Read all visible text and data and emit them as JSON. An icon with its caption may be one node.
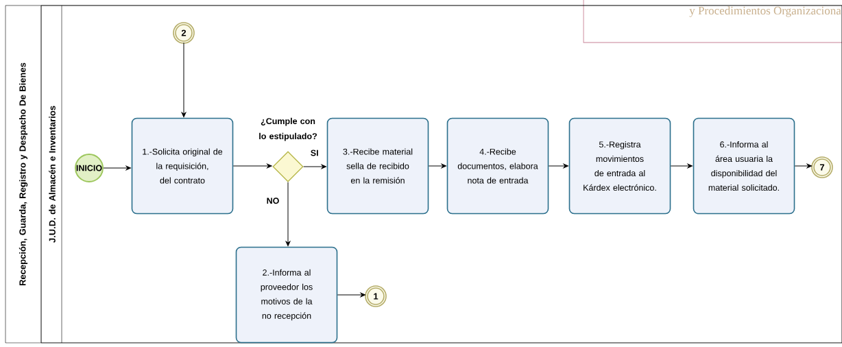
{
  "diagram": {
    "nodes": [
      {
        "text": [
          "Recepción, Guarda, Registro y Despacho De Bienes"
        ]
      },
      {
        "text": [
          "J.U.D. de Almacén e Inventarios"
        ],
        "in": 0
      },
      {
        "text": [
          "2"
        ],
        "in": 1
      },
      {
        "text": [
          "INICIO"
        ],
        "in": 1
      },
      {
        "text": [
          "1.-Solicita original de la requisición, del contrato"
        ],
        "in": 1
      },
      {
        "text": [],
        "shape": "diamond",
        "beside": [
          "¿Cumple con lo estipulado?"
        ],
        "in": 1
      },
      {
        "text": [
          "3.-Recibe material sella de recibido en la remisión"
        ],
        "in": 1
      },
      {
        "text": [
          "4.-Recibe documentos, elabora nota de entrada"
        ],
        "in": 1
      },
      {
        "text": [
          "5.-Registra movimientos de entrada al Kárdex electrónico."
        ],
        "in": 1
      },
      {
        "text": [
          "6.-Informa al área usuaria la disponibilidad del material solicitado."
        ],
        "in": 1
      },
      {
        "text": [
          "7"
        ],
        "in": 1
      },
      {
        "text": [
          "2.-Informa al proveedor los motivos de la no recepción"
        ],
        "in": 1
      },
      {
        "text": [
          "1"
        ],
        "in": 1
      }
    ],
    "edges": [
      {
        "from": 2,
        "to": 4,
        "arrow": "to"
      },
      {
        "from": 3,
        "to": 4,
        "arrow": "to"
      },
      {
        "from": 4,
        "to": 5,
        "arrow": "to"
      },
      {
        "from": 5,
        "to": 6,
        "arrow": "to",
        "label": "SI"
      },
      {
        "from": 5,
        "to": 11,
        "arrow": "to",
        "label": "NO"
      },
      {
        "from": 6,
        "to": 7,
        "arrow": "to"
      },
      {
        "from": 7,
        "to": 8,
        "arrow": "to"
      },
      {
        "from": 8,
        "to": 9,
        "arrow": "to"
      },
      {
        "from": 9,
        "to": 10,
        "arrow": "to"
      },
      {
        "from": 11,
        "to": 12,
        "arrow": "to"
      }
    ],
    "labels": [
      "y Procedimientos Organizaciona"
    ]
  }
}
